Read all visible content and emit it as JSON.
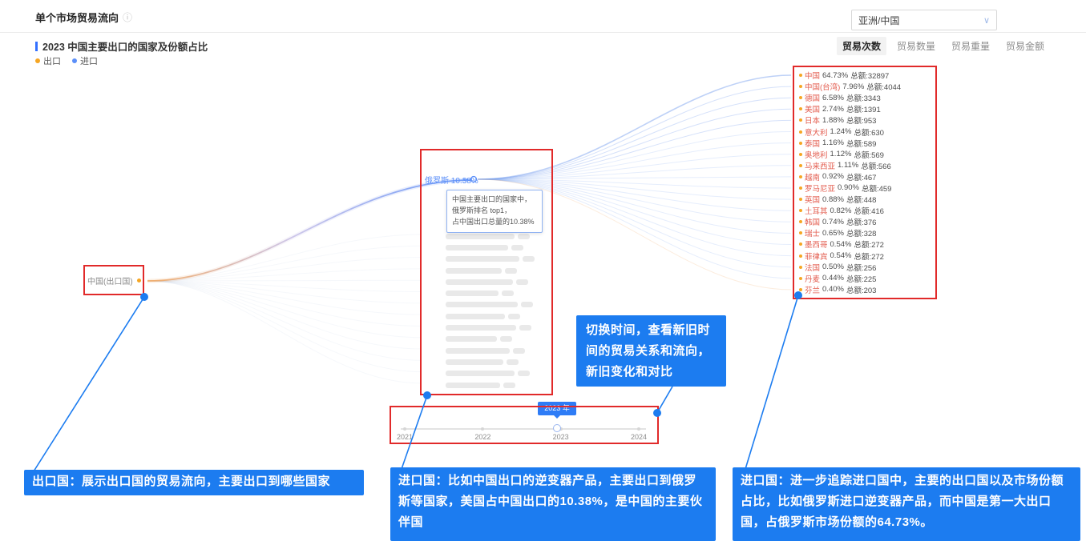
{
  "header": {
    "title": "单个市场贸易流向",
    "info_icon": "ⓘ",
    "region_select": {
      "value": "亚洲/中国",
      "chevron": "∨"
    }
  },
  "section": {
    "title": "2023 中国主要出口的国家及份额占比",
    "tabs": [
      {
        "label": "贸易次数",
        "active": true
      },
      {
        "label": "贸易数量"
      },
      {
        "label": "贸易重量"
      },
      {
        "label": "贸易金额"
      }
    ],
    "legend": {
      "export": {
        "label": "出口",
        "color": "#f5a623"
      },
      "import": {
        "label": "进口",
        "color": "#5b8ff9"
      }
    }
  },
  "chart": {
    "source_node": {
      "label": "中国(出口国)"
    },
    "highlight_node": {
      "label": "俄罗斯 10.38%"
    },
    "tooltip": {
      "lines": [
        "中国主要出口的国家中，",
        "俄罗斯排名 top1，",
        "占中国出口总量的10.38%"
      ]
    },
    "import_sources": [
      {
        "name": "中国",
        "percent": "64.73%",
        "total": "总额:32897"
      },
      {
        "name": "中国(台湾)",
        "percent": "7.96%",
        "total": "总额:4044"
      },
      {
        "name": "德国",
        "percent": "6.58%",
        "total": "总额:3343"
      },
      {
        "name": "美国",
        "percent": "2.74%",
        "total": "总额:1391"
      },
      {
        "name": "日本",
        "percent": "1.88%",
        "total": "总额:953"
      },
      {
        "name": "意大利",
        "percent": "1.24%",
        "total": "总额:630"
      },
      {
        "name": "泰国",
        "percent": "1.16%",
        "total": "总额:589"
      },
      {
        "name": "奥地利",
        "percent": "1.12%",
        "total": "总额:569"
      },
      {
        "name": "马来西亚",
        "percent": "1.11%",
        "total": "总额:566"
      },
      {
        "name": "越南",
        "percent": "0.92%",
        "total": "总额:467"
      },
      {
        "name": "罗马尼亚",
        "percent": "0.90%",
        "total": "总额:459"
      },
      {
        "name": "英国",
        "percent": "0.88%",
        "total": "总额:448"
      },
      {
        "name": "土耳其",
        "percent": "0.82%",
        "total": "总额:416"
      },
      {
        "name": "韩国",
        "percent": "0.74%",
        "total": "总额:376"
      },
      {
        "name": "瑞士",
        "percent": "0.65%",
        "total": "总额:328"
      },
      {
        "name": "墨西哥",
        "percent": "0.54%",
        "total": "总额:272"
      },
      {
        "name": "菲律宾",
        "percent": "0.54%",
        "total": "总额:272"
      },
      {
        "name": "法国",
        "percent": "0.50%",
        "total": "总额:256"
      },
      {
        "name": "丹麦",
        "percent": "0.44%",
        "total": "总额:225"
      },
      {
        "name": "芬兰",
        "percent": "0.40%",
        "total": "总额:203"
      }
    ]
  },
  "timeline": {
    "years": [
      "2021",
      "2022",
      "2023",
      "2024"
    ],
    "current_label": "2023 年"
  },
  "annotations": {
    "export_note": "出口国：展示出口国的贸易流向，主要出口到哪些国家",
    "import_note": "进口国：比如中国出口的逆变器产品，主要出口到俄罗斯等国家，美国占中国出口的10.38%，是中国的主要伙伴国",
    "time_note": "切换时间，查看新旧时间的贸易关系和流向，新旧变化和对比",
    "trace_note": "进口国：进一步追踪进口国中，主要的出口国以及市场份额占比，比如俄罗斯进口逆变器产品，而中国是第一大出口国，占俄罗斯市场份额的64.73%。"
  },
  "colors": {
    "callout_blue": "#1c7cf0",
    "highlight_red": "#e12a2a",
    "export_orange": "#f5a623",
    "import_blue": "#5b8ff9"
  }
}
